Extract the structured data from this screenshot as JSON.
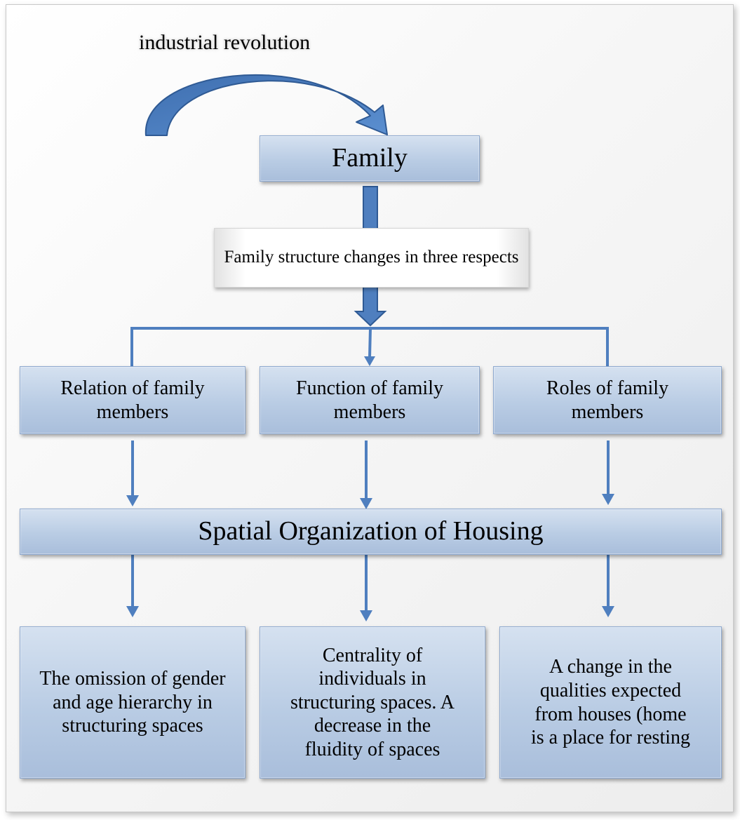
{
  "diagram": {
    "top_label": "industrial revolution",
    "family": "Family",
    "changes": "Family structure changes in three respects",
    "aspects": [
      "Relation of family members",
      "Function of family members",
      "Roles of family members"
    ],
    "spatial": "Spatial Organization of Housing",
    "outcomes": [
      "The omission of gender and age hierarchy in structuring spaces",
      "Centrality of individuals in structuring spaces. A decrease in the fluidity of spaces",
      "A change in the qualities expected from houses (home is a place for resting"
    ],
    "colors": {
      "arrow": "#4f7fbf",
      "box_fill": "#b9cce4",
      "box_border": "#8ea9cf"
    }
  }
}
